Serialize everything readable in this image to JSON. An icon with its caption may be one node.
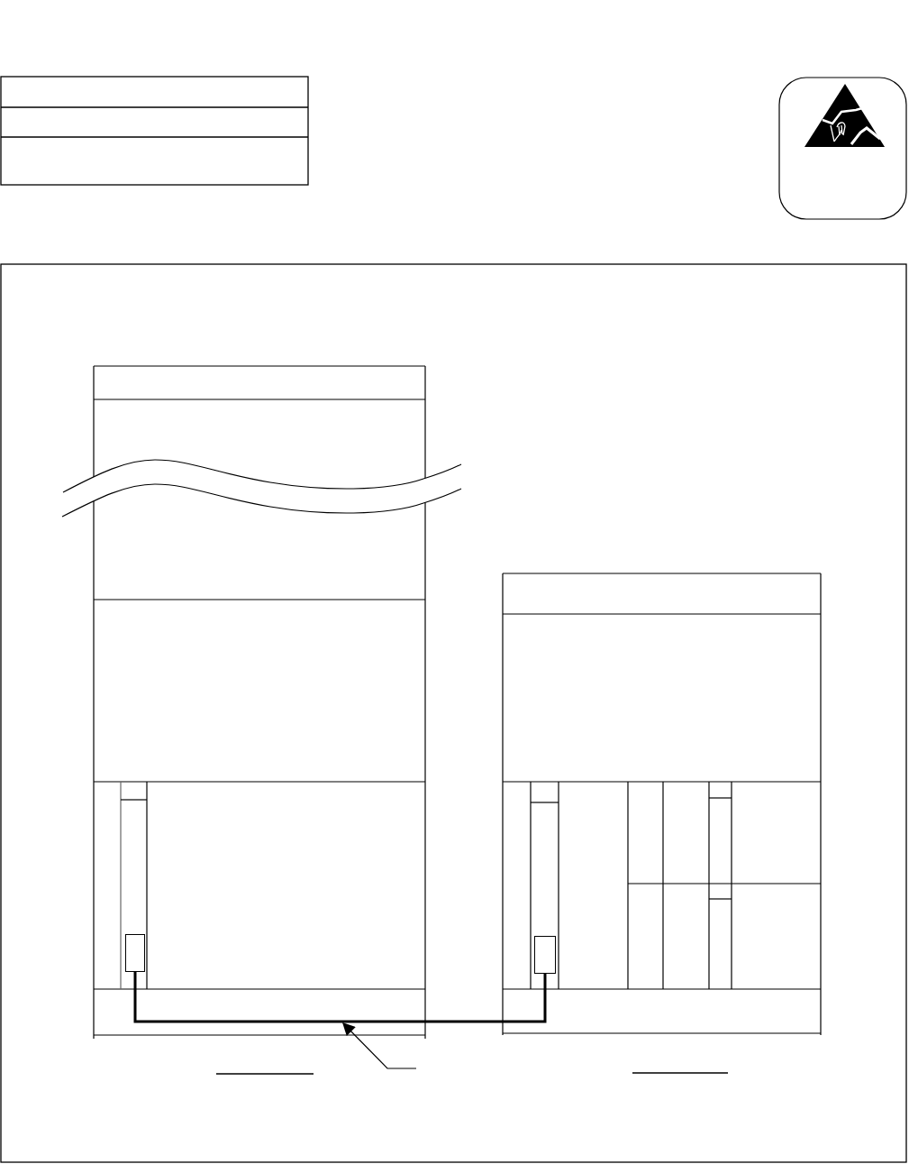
{
  "diagram": {
    "nodes": [
      {
        "text": [],
        "shape": "box"
      },
      {
        "text": [],
        "shape": "box"
      }
    ],
    "edges": [
      {
        "from": 0,
        "to": 1,
        "arrow": "none"
      }
    ]
  }
}
